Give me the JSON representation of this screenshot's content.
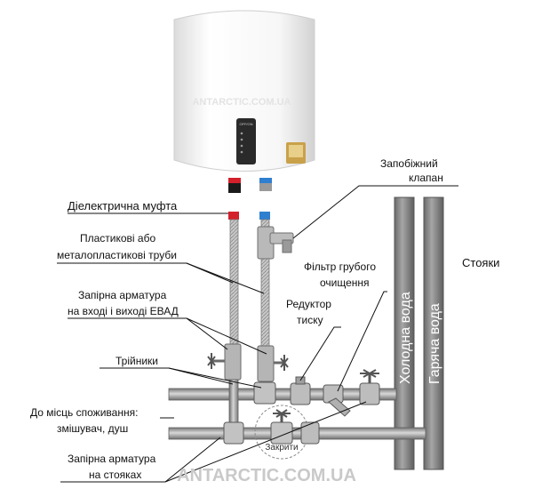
{
  "watermark": {
    "top": "ANTARCTIC.COM.UA",
    "bottom": "ANTARCTIC.COM.UA"
  },
  "heater": {
    "display": "OFF/ON"
  },
  "labels": {
    "dielectric": "Діелектрична муфта",
    "safety_valve_1": "Запобіжний",
    "safety_valve_2": "клапан",
    "pipes_1": "Пластикові або",
    "pipes_2": "металопластикові труби",
    "shutoff_1": "Запірна арматура",
    "shutoff_2": "на вході і виході ЕВАД",
    "tees": "Трійники",
    "consumers_1": "До місць споживання:",
    "consumers_2": "змішувач, душ",
    "riser_shutoff_1": "Запірна арматура",
    "riser_shutoff_2": "на стояках",
    "filter_1": "Фільтр грубого",
    "filter_2": "очищення",
    "reducer_1": "Редуктор",
    "reducer_2": "тиску",
    "closed": "Закрити",
    "risers": "Стояки",
    "cold_water": "Холодна вода",
    "hot_water": "Гаряча вода"
  },
  "colors": {
    "hot_marker": "#d4202a",
    "cold_marker": "#2f7fd0",
    "riser_fill": "#8a8a8a",
    "pipe_fill": "#a9a9a9"
  }
}
